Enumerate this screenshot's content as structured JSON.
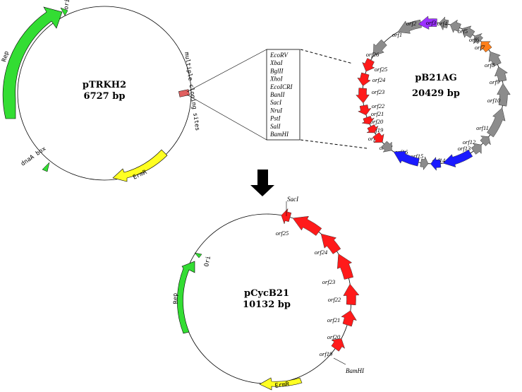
{
  "plasmids": {
    "ptrkh2": {
      "name": "pTRKH2",
      "size": "6727 bp",
      "ori_label": "ori",
      "rep_label": "Rep",
      "dnaa_label": "dnaA box",
      "ermr_label": "ErmR",
      "mcs_label": "multiple cloning sites",
      "colors": {
        "rep": "#33dd33",
        "ermr": "#ffff22",
        "ori": "#33dd33",
        "mcs": "#e06060"
      }
    },
    "pb21ag": {
      "name": "pB21AG",
      "size": "20429 bp",
      "colors": {
        "gray": "#8c8c8c",
        "purple": "#9b30ff",
        "orange": "#ff7f1a",
        "red": "#ff1a1a",
        "blue": "#1a1aff"
      },
      "orfs": [
        {
          "label": "orf1",
          "color": "gray"
        },
        {
          "label": "orf2",
          "color": "purple"
        },
        {
          "label": "orf3",
          "color": "gray"
        },
        {
          "label": "orf4",
          "color": "gray"
        },
        {
          "label": "orf5",
          "color": "gray"
        },
        {
          "label": "orf6",
          "color": "gray"
        },
        {
          "label": "orf7",
          "color": "orange"
        },
        {
          "label": "orf8",
          "color": "gray"
        },
        {
          "label": "orf9",
          "color": "gray"
        },
        {
          "label": "orf10",
          "color": "gray"
        },
        {
          "label": "orf11",
          "color": "gray"
        },
        {
          "label": "orf12",
          "color": "gray"
        },
        {
          "label": "orf13",
          "color": "gray"
        },
        {
          "label": "orf14",
          "color": "blue"
        },
        {
          "label": "orf15",
          "color": "blue"
        },
        {
          "label": "orf16",
          "color": "gray"
        },
        {
          "label": "orf17",
          "color": "blue"
        },
        {
          "label": "orf18",
          "color": "gray"
        },
        {
          "label": "orf19",
          "color": "red"
        },
        {
          "label": "orf20",
          "color": "red"
        },
        {
          "label": "orf21",
          "color": "red"
        },
        {
          "label": "orf22",
          "color": "red"
        },
        {
          "label": "orf23",
          "color": "red"
        },
        {
          "label": "orf24",
          "color": "red"
        },
        {
          "label": "orf25",
          "color": "red"
        },
        {
          "label": "orf26",
          "color": "gray"
        }
      ]
    },
    "pcycb21": {
      "name": "pCycB21",
      "size": "10132 bp",
      "ori_label": "Ori",
      "rep_label": "Rep",
      "ermr_label": "ErmR",
      "sacl_label": "SacI",
      "bamhi_label": "BamHI",
      "orfs": [
        "orf19",
        "orf20",
        "orf21",
        "orf22",
        "orf23",
        "orf24",
        "orf25"
      ]
    }
  },
  "restriction_sites": [
    "EcoRV",
    "XbaI",
    "BglII",
    "XhoI",
    "EcoICRI",
    "BanII",
    "SacI",
    "NruI",
    "PstI",
    "SalI",
    "BamHI"
  ],
  "arrow_icon": "down-arrow"
}
